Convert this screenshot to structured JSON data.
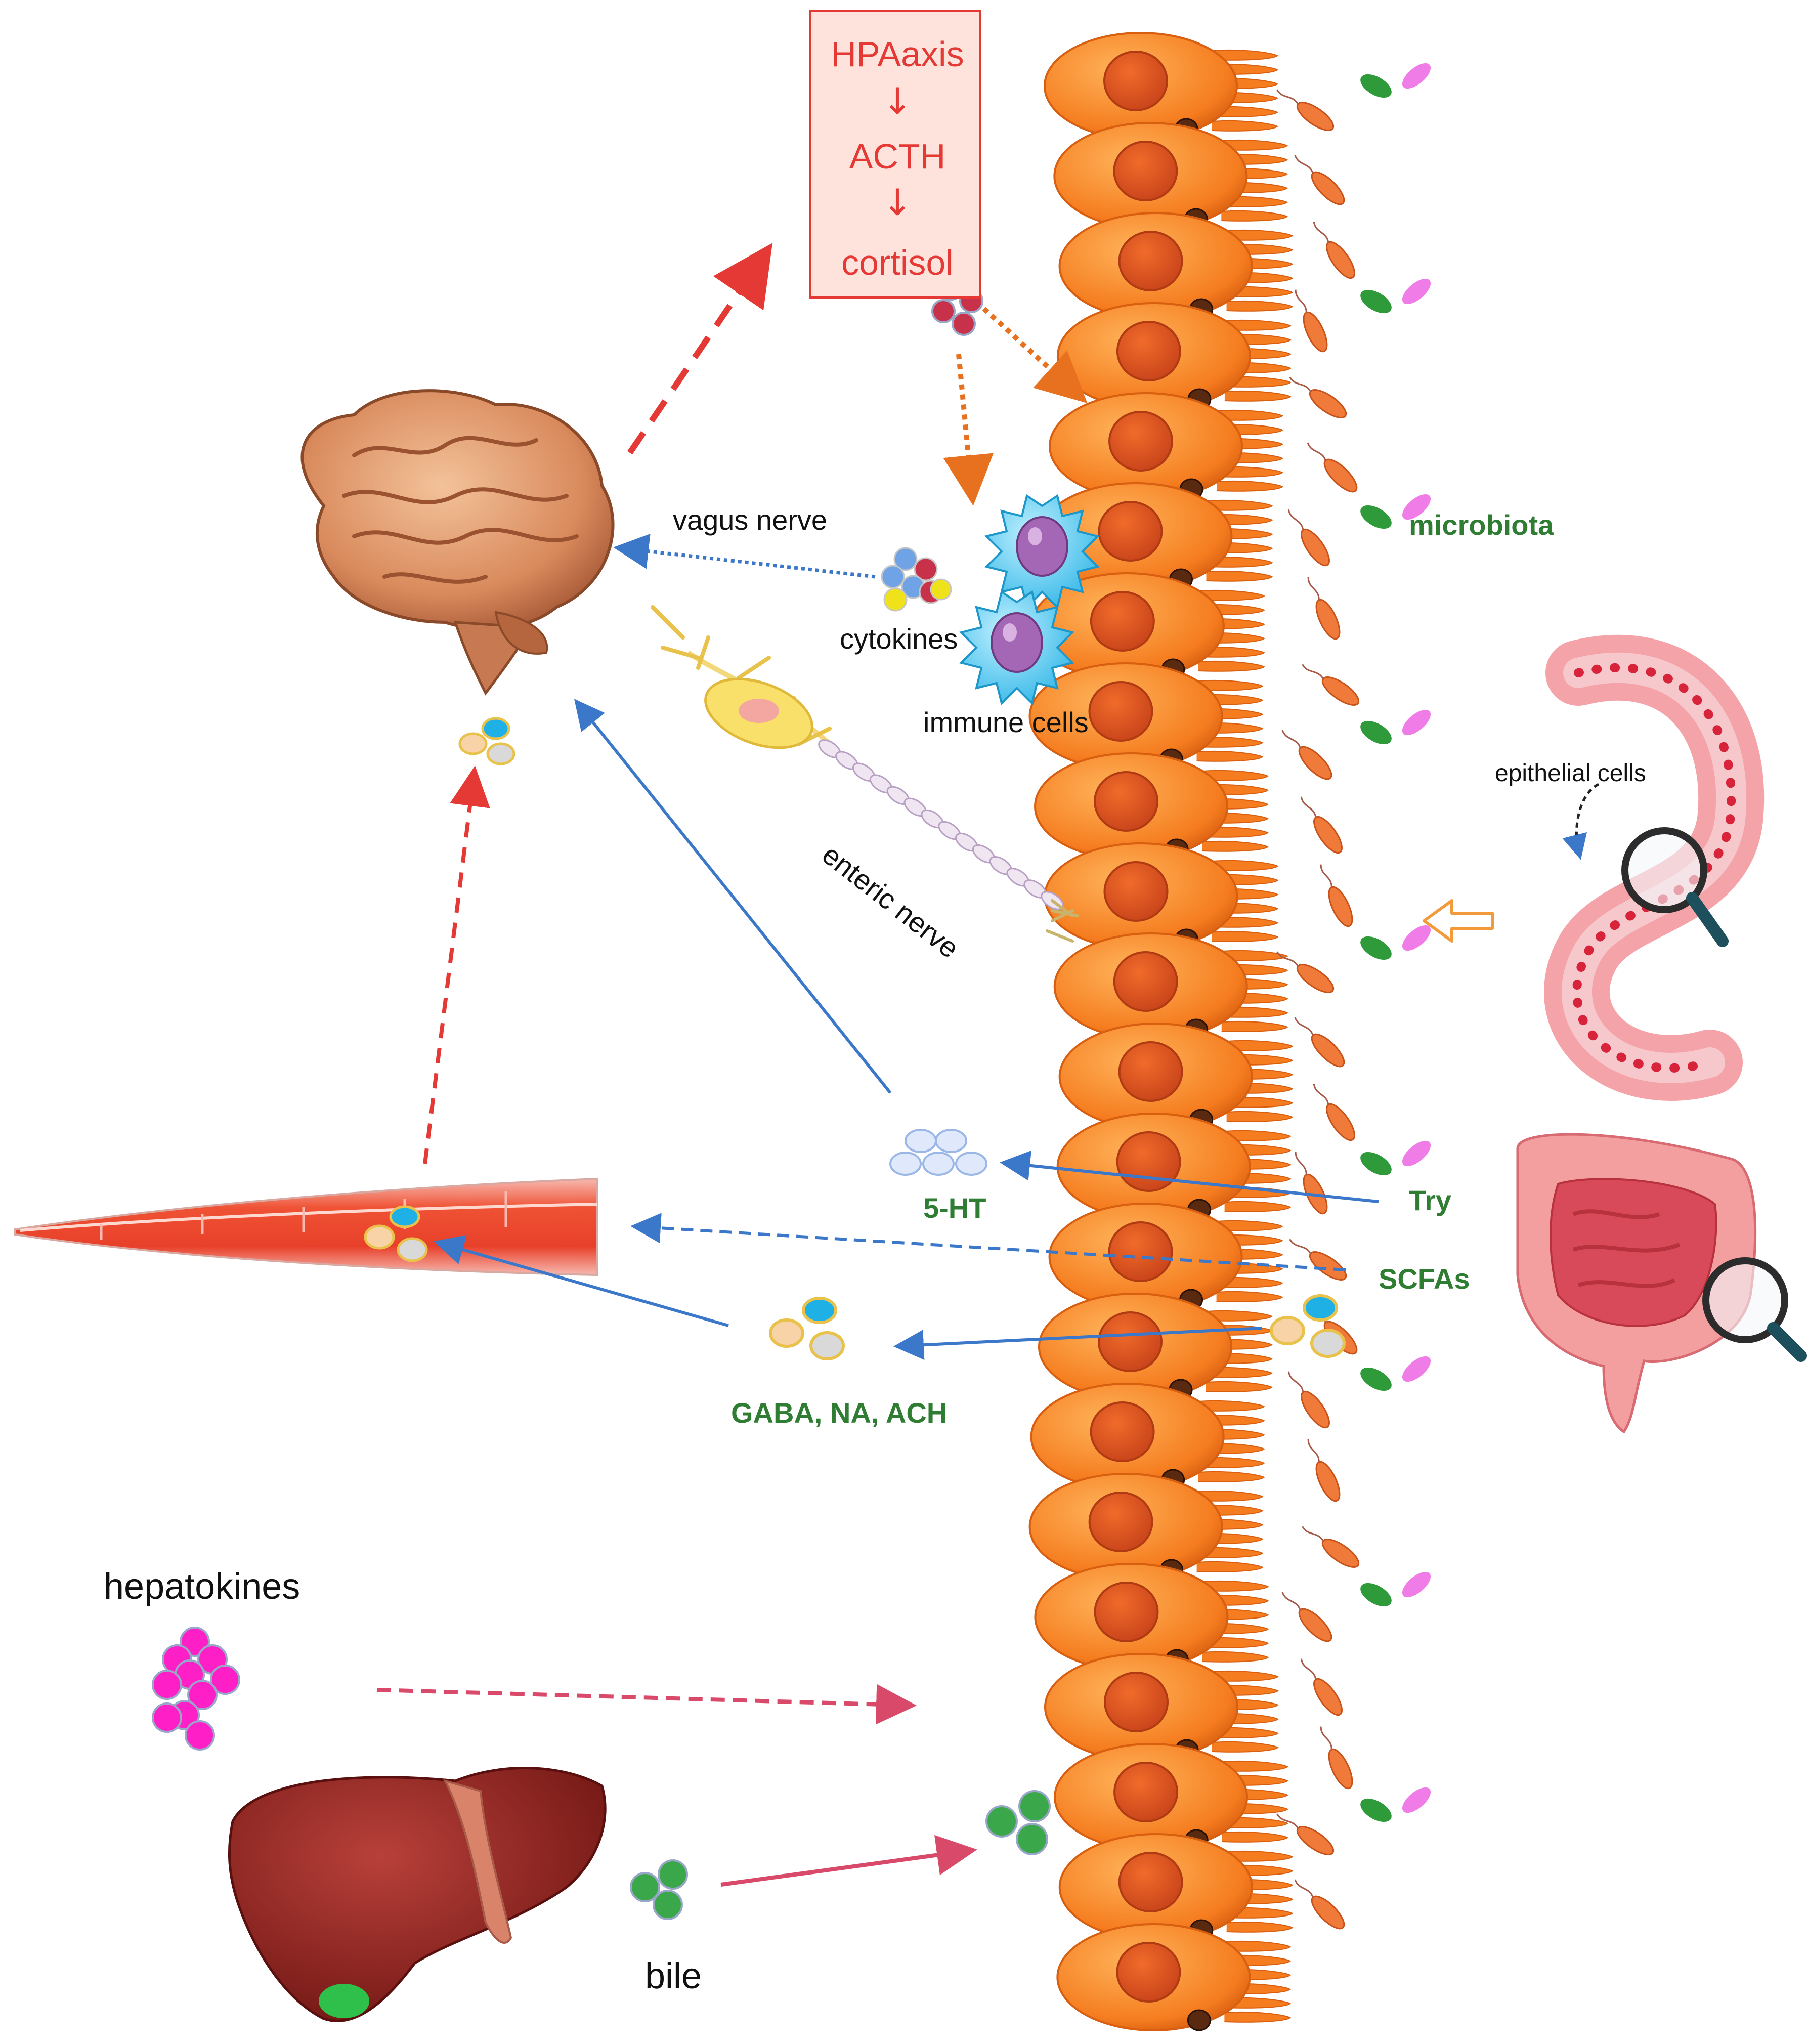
{
  "hpa": {
    "line1": "HPAaxis",
    "arrow": "↓",
    "line2": "ACTH",
    "line3": "cortisol"
  },
  "labels": {
    "vagus_nerve": "vagus nerve",
    "cytokines": "cytokines",
    "immune_cells": "immune cells",
    "enteric_nerve": "enteric nerve",
    "microbiota": "microbiota",
    "epithelial_cells": "epithelial cells",
    "five_ht": "5-HT",
    "try": "Try",
    "scfas": "SCFAs",
    "gaba_na_ach": "GABA, NA, ACH",
    "hepatokines": "hepatokines",
    "bile": "bile"
  },
  "colors": {
    "hpa_red": "#e53935",
    "label_green": "#2e7d32",
    "arrow_blue": "#3b78c9",
    "arrow_orange": "#e8711f",
    "epithelium_orange": "#f57c1f",
    "vessel_red": "#e8402a",
    "liver": "#8b1e1a",
    "hepatokine_magenta": "#ff1fc7",
    "bile_green": "#3aa84a"
  }
}
